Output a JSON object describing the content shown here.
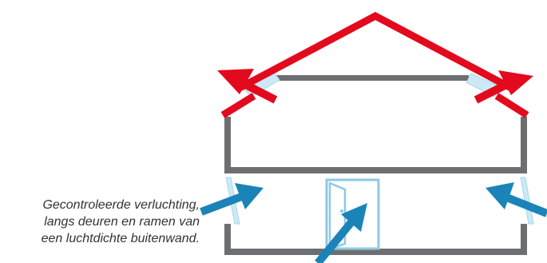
{
  "caption": {
    "lines": [
      "Gecontroleerde verluchting,",
      "langs deuren en ramen van",
      "een luchtdichte buitenwand."
    ]
  },
  "colors": {
    "wall": "#6d6e71",
    "roof": "#e30a1e",
    "window": "#cce9f5",
    "window_edge": "#a9d6ea",
    "door": "#8ec9e4",
    "exhaust_arrow": "#e30a1e",
    "supply_arrow": "#1a84b8",
    "text": "#333333"
  },
  "icons": {
    "exhaust": "red-outflow-arrow-icon",
    "supply": "blue-inflow-arrow-icon",
    "door": "door-icon",
    "window": "window-icon"
  }
}
